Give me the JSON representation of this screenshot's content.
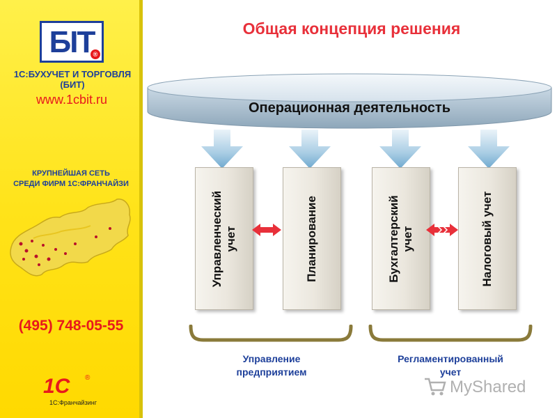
{
  "sidebar": {
    "logo_text": "БIТ",
    "logo_reg": "®",
    "brand_line1": "1С:БУХУЧЕТ И ТОРГОВЛЯ",
    "brand_line2": "(БИТ)",
    "website": "www.1cbit.ru",
    "network_line1": "КРУПНЕЙШАЯ СЕТЬ",
    "network_line2": "СРЕДИ ФИРМ 1С:ФРАНЧАЙЗИ",
    "phone": "(495) 748-05-55",
    "onec_logo": "1С",
    "onec_reg": "®",
    "franchise": "1С:Франчайзинг"
  },
  "title": "Общая концепция решения",
  "operations": "Операционная деятельность",
  "blocks": [
    {
      "line1": "Управленческий",
      "line2": "учет"
    },
    {
      "line1": "Планирование",
      "line2": ""
    },
    {
      "line1": "Бухгалтерский",
      "line2": "учет"
    },
    {
      "line1": "Налоговый учет",
      "line2": ""
    }
  ],
  "groups": {
    "left_line1": "Управление",
    "left_line2": "предприятием",
    "right_line1": "Регламентированный",
    "right_line2": "учет"
  },
  "watermark": "MyShared",
  "colors": {
    "sidebar_yellow": "#ffe31a",
    "brand_blue": "#1d3f9a",
    "accent_red": "#e8191c",
    "bracket_olive": "#8a7a3a"
  }
}
